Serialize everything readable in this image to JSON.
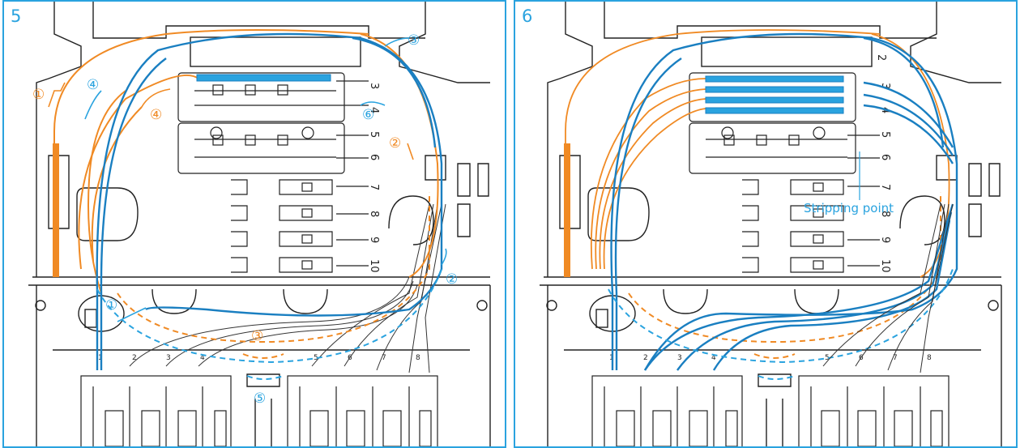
{
  "panels": [
    {
      "number": "5",
      "tray_numbers": [
        "3",
        "4",
        "5",
        "6",
        "7",
        "8",
        "9",
        "10"
      ],
      "steps": {
        "orange": [
          "①",
          "②",
          "③",
          "④"
        ],
        "blue": [
          "①",
          "②",
          "③",
          "④",
          "⑤",
          "⑥"
        ]
      }
    },
    {
      "number": "6",
      "tray_numbers": [
        "2",
        "3",
        "4",
        "5",
        "6",
        "7",
        "8",
        "9",
        "10"
      ],
      "annotation": "Stripping point"
    }
  ],
  "connector_numbers": [
    "1",
    "2",
    "3",
    "4",
    "5",
    "6",
    "7",
    "8"
  ],
  "colors": {
    "frame": "#2aa3df",
    "blue_fiber": "#1a7fc1",
    "orange_fiber": "#f08a24",
    "outline": "#222222"
  }
}
